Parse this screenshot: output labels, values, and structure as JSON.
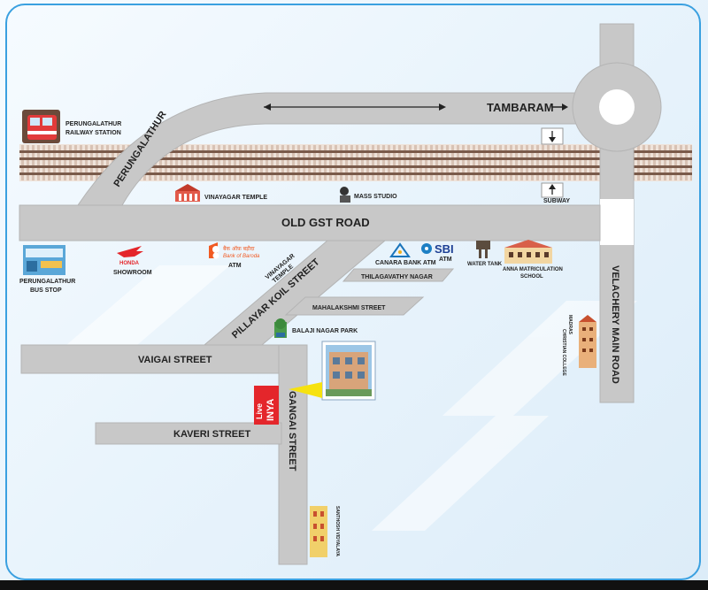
{
  "colors": {
    "road": "#c8c8c8",
    "road_edge": "#b4b4b4",
    "rail_dark": "#7a5a4a",
    "rail_light": "#d8c2b4",
    "accent": "#3aa0e0",
    "label_dark": "#222222",
    "live_inya_red": "#e4262b",
    "pointer_yellow": "#f6e20f"
  },
  "roads": {
    "tambaram": "TAMBARAM",
    "perungalathur": "PERUNGALATHUR",
    "old_gst": "OLD GST ROAD",
    "velachery_main": "VELACHERY MAIN ROAD",
    "pillayar_koil": "PILLAYAR KOIL STREET",
    "vaigai": "VAIGAI STREET",
    "kaveri": "KAVERI STREET",
    "gangai": "GANGAI STREET",
    "thilagavathy": "THILAGAVATHY NAGAR",
    "mahalakshmi": "MAHALAKSHMI STREET"
  },
  "landmarks": {
    "railway_station": [
      "PERUNGALATHUR",
      "RAILWAY STATION"
    ],
    "bus_stop": [
      "PERUNGALATHUR",
      "BUS STOP"
    ],
    "vinayagar_temple": "VINAYAGAR TEMPLE",
    "mass_studio": "MASS STUDIO",
    "subway": "SUBWAY",
    "showroom": "SHOWROOM",
    "honda": "HONDA",
    "bob_hindi": "बैंक ऑफ़ बड़ौदा",
    "bob_english": "Bank of Baroda",
    "atm": "ATM",
    "vinayagar_temple_2": [
      "VINAYAGAR",
      "TEMPLE"
    ],
    "canara_atm": "CANARA BANK ATM",
    "sbi": "SBI",
    "sbi_atm": "ATM",
    "water_tank": "WATER TANK",
    "anna_school": [
      "ANNA MATRICULATION",
      "SCHOOL"
    ],
    "balaji_park": "BALAJI NAGAR PARK",
    "madras_college": [
      "MADRAS",
      "CHRISTIAN COLLEGE"
    ],
    "santhosh": "SANTHOSH VIDYALAYA",
    "live_inya": [
      "Live",
      "INYA"
    ]
  },
  "icons": {
    "road_arrow": "double-headed-arrow",
    "tambaram_arrow": "right-arrow",
    "subway_down": "down-arrow",
    "subway_up": "up-arrow"
  }
}
